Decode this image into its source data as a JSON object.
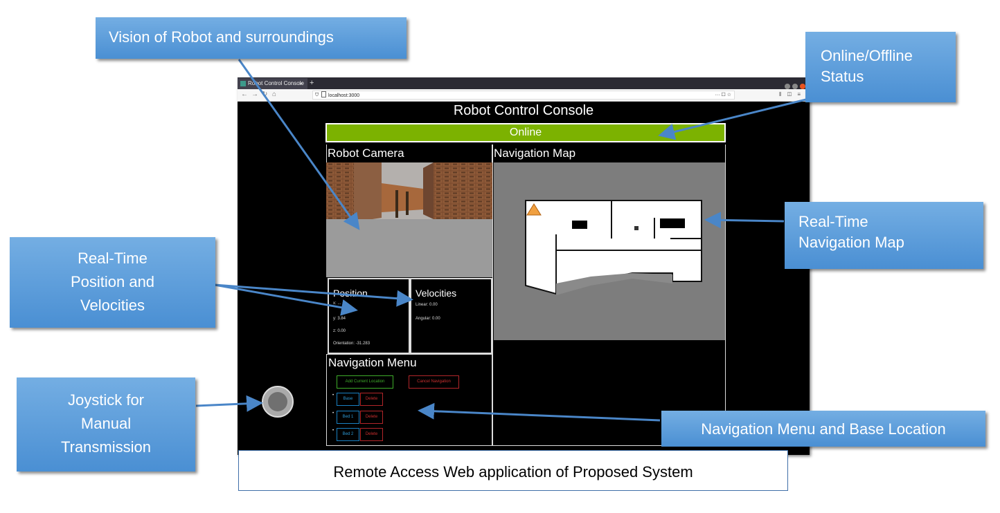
{
  "browser": {
    "tab_title": "Robot Control Console",
    "tab_close": "×",
    "new_tab": "+",
    "url": "localhost:3000",
    "url_actions": "··· ☐ ☆",
    "toolbar_right": "⫴ ◫ ≡"
  },
  "app": {
    "title": "Robot Control Console",
    "status": "Online",
    "status_color": "#7cb201",
    "camera_title": "Robot Camera",
    "map_title": "Navigation Map",
    "position": {
      "title": "Position",
      "x": "x: ...",
      "y": "y: 3.84",
      "z": "z: 0.00",
      "orientation": "Orientation: -31.283"
    },
    "velocities": {
      "title": "Velocities",
      "linear": "Linear: 0.00",
      "angular": "Angular: 0.00"
    },
    "nav_menu": {
      "title": "Navigation Menu",
      "add_location": "Add Current Location",
      "cancel_navigation": "Cancel Navigation",
      "locations": [
        {
          "name": "Base",
          "delete": "Delete"
        },
        {
          "name": "Bed 1",
          "delete": "Delete"
        },
        {
          "name": "Bed 2",
          "delete": "Delete"
        }
      ]
    }
  },
  "callouts": {
    "vision": "Vision of Robot and surroundings",
    "status": [
      "Online/Offline",
      "Status"
    ],
    "map": [
      "Real-Time",
      "Navigation Map"
    ],
    "position": [
      "Real-Time",
      "Position and",
      "Velocities"
    ],
    "joystick": [
      "Joystick for",
      "Manual",
      "Transmission"
    ],
    "nav_menu": "Navigation Menu and Base Location"
  },
  "caption": "Remote Access Web application of Proposed System"
}
